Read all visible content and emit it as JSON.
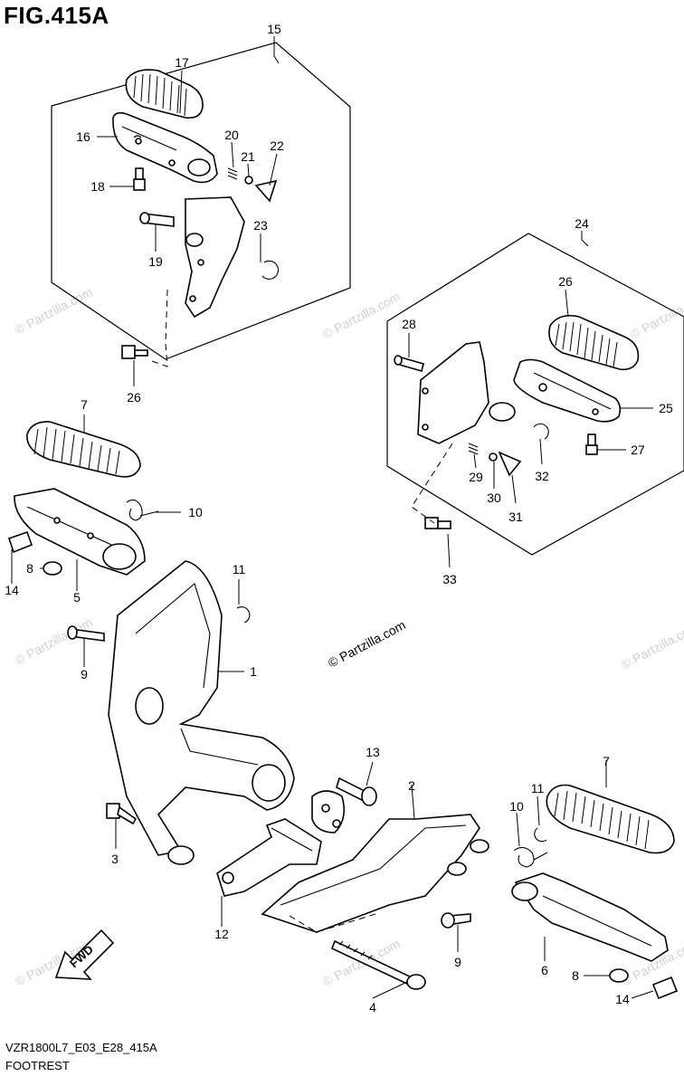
{
  "figure": {
    "title": "FIG.415A",
    "code": "VZR1800L7_E03_E28_415A",
    "name": "FOOTREST"
  },
  "watermark": {
    "text": "© Partzilla.com"
  },
  "callouts": {
    "c1": "1",
    "c2": "2",
    "c3": "3",
    "c4": "4",
    "c5": "5",
    "c6": "6",
    "c7a": "7",
    "c7b": "7",
    "c8a": "8",
    "c8b": "8",
    "c9a": "9",
    "c9b": "9",
    "c10a": "10",
    "c10b": "10",
    "c11a": "11",
    "c11b": "11",
    "c12": "12",
    "c13": "13",
    "c14a": "14",
    "c14b": "14",
    "c15": "15",
    "c16": "16",
    "c17": "17",
    "c18": "18",
    "c19": "19",
    "c20": "20",
    "c21": "21",
    "c22": "22",
    "c23": "23",
    "c24": "24",
    "c25": "25",
    "c26a": "26",
    "c26b": "26",
    "c27": "27",
    "c28": "28",
    "c29": "29",
    "c30": "30",
    "c31": "31",
    "c32": "32",
    "c33": "33"
  }
}
